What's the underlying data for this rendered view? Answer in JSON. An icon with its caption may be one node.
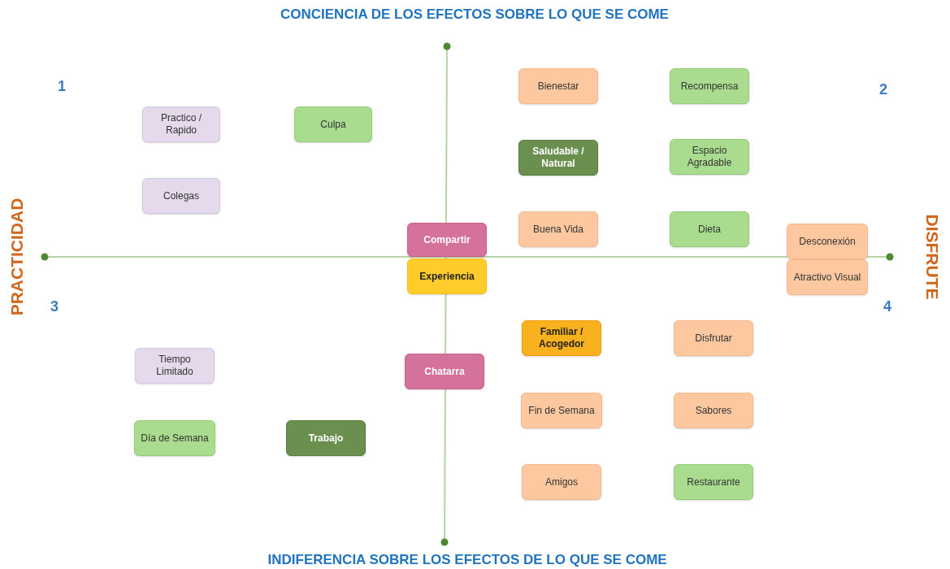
{
  "diagram": {
    "nodes": [
      {
        "text": [
          "Practico / Rapido"
        ]
      },
      {
        "text": [
          "Culpa"
        ]
      },
      {
        "text": [
          "Colegas"
        ]
      },
      {
        "text": [
          "Bienestar"
        ]
      },
      {
        "text": [
          "Recompensa"
        ]
      },
      {
        "text": [
          "Saludable / Natural"
        ]
      },
      {
        "text": [
          "Espacio Agradable"
        ]
      },
      {
        "text": [
          "Buena Vida"
        ]
      },
      {
        "text": [
          "Dieta"
        ]
      },
      {
        "text": [
          "Compartir"
        ]
      },
      {
        "text": [
          "Desconexión"
        ]
      },
      {
        "text": [
          "Experiencia"
        ]
      },
      {
        "text": [
          "Atractivo Visual"
        ]
      },
      {
        "text": [
          "Familiar / Acogedor"
        ]
      },
      {
        "text": [
          "Disfrutar"
        ]
      },
      {
        "text": [
          "Tiempo Limitado"
        ]
      },
      {
        "text": [
          "Chatarra"
        ]
      },
      {
        "text": [
          "Fin de Semana"
        ]
      },
      {
        "text": [
          "Sabores"
        ]
      },
      {
        "text": [
          "Día de Semana"
        ]
      },
      {
        "text": [
          "Trabajo"
        ]
      },
      {
        "text": [
          "Amigos"
        ]
      },
      {
        "text": [
          "Restaurante"
        ]
      }
    ],
    "labels": [
      "CONCIENCIA DE LOS EFECTOS SOBRE LO QUE SE COME",
      "1",
      "2",
      "PRACTICIDAD",
      "DISFRUTE",
      "3",
      "4",
      "INDIFERENCIA SOBRE LOS EFECTOS DE LO QUE SE COME"
    ]
  }
}
